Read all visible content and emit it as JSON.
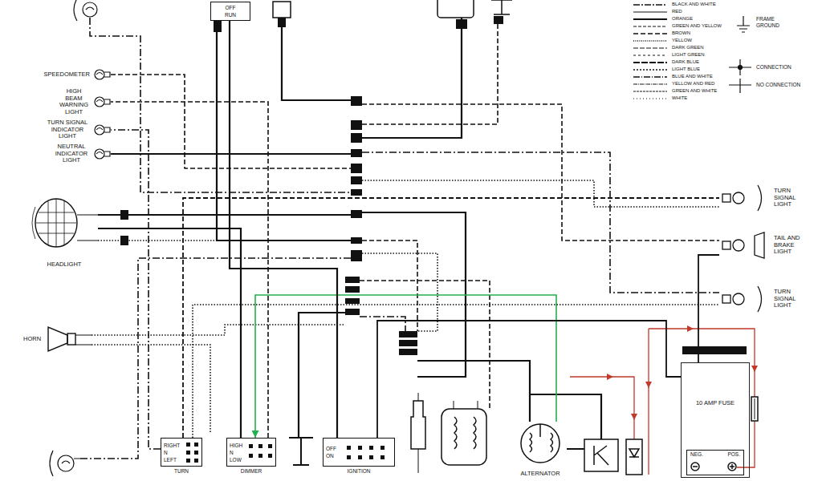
{
  "diagram": {
    "nodes": [
      {
        "text": [
          "OFF",
          "RUN"
        ]
      },
      {
        "text": [
          "SPEEDOMETER"
        ]
      },
      {
        "text": [
          "HIGH BEAM WARNING LIGHT"
        ]
      },
      {
        "text": [
          "TURN SIGNAL INDICATOR LIGHT"
        ]
      },
      {
        "text": [
          "NEUTRAL INDICATOR LIGHT"
        ]
      },
      {
        "text": [
          "HEADLIGHT"
        ]
      },
      {
        "text": [
          "HORN"
        ]
      },
      {
        "text": [
          "TURN SIGNAL LIGHT"
        ]
      },
      {
        "text": [
          "TAIL AND BRAKE LIGHT"
        ]
      },
      {
        "text": [
          "TURN SIGNAL LIGHT"
        ]
      },
      {
        "text": [
          "10 AMP FUSE"
        ]
      },
      {
        "text": [
          "NEG.",
          "POS."
        ],
        "in": 10
      },
      {
        "text": [
          "RIGHT",
          "N",
          "LEFT",
          "TURN"
        ]
      },
      {
        "text": [
          "HIGH",
          "N",
          "LOW",
          "DIMMER"
        ]
      },
      {
        "text": [
          "OFF",
          "ON",
          "IGNITION"
        ]
      },
      {
        "text": [
          "ALTERNATOR"
        ]
      }
    ],
    "edges": [
      {
        "from": 15,
        "to": 13,
        "arrow": "to"
      },
      {
        "from": 14,
        "to": 10,
        "arrow": "none"
      },
      {
        "from": 12,
        "to": 7,
        "arrow": "none"
      },
      {
        "from": 12,
        "to": 9,
        "arrow": "none"
      },
      {
        "from": 12,
        "to": 3,
        "arrow": "none"
      },
      {
        "from": 13,
        "to": 5,
        "arrow": "none"
      },
      {
        "from": 13,
        "to": 2,
        "arrow": "none"
      },
      {
        "from": 0,
        "to": 14,
        "arrow": "none"
      },
      {
        "from": 10,
        "to": 8,
        "arrow": "none"
      }
    ],
    "labels": [
      "FRAME GROUND",
      "CONNECTION",
      "NO CONNECTION"
    ],
    "legend": [
      {
        "text": "BLACK AND WHITE"
      },
      {
        "text": "RED"
      },
      {
        "text": "ORANGE"
      },
      {
        "text": "GREEN AND YELLOW"
      },
      {
        "text": "BROWN"
      },
      {
        "text": "YELLOW"
      },
      {
        "text": "DARK GREEN"
      },
      {
        "text": "LIGHT GREEN"
      },
      {
        "text": "DARK BLUE"
      },
      {
        "text": "LIGHT BLUE"
      },
      {
        "text": "BLUE AND WHITE"
      },
      {
        "text": "YELLOW AND RED"
      },
      {
        "text": "GREEN AND WHITE"
      },
      {
        "text": "WHITE"
      }
    ]
  }
}
